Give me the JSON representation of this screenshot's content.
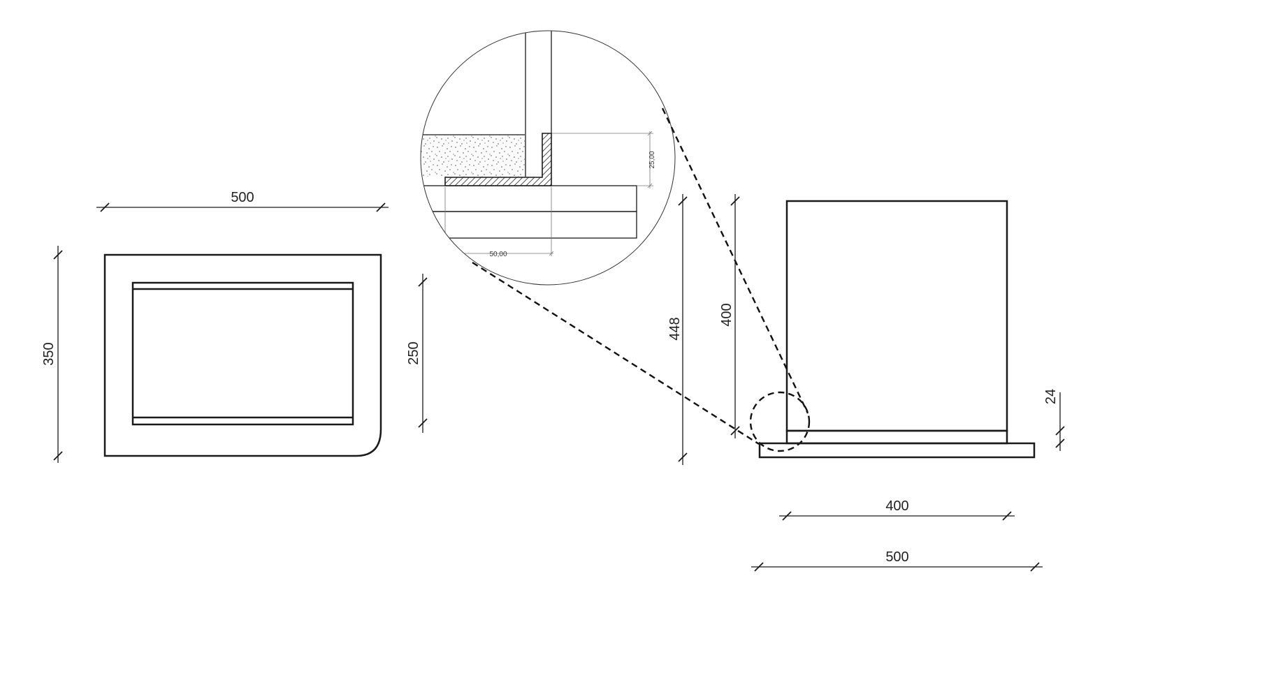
{
  "plan_view": {
    "width_dim": "500",
    "height_dim": "350",
    "inner_height_dim": "250"
  },
  "detail_view": {
    "height_dim": "25,00",
    "width_dim": "50,00"
  },
  "elevation_view": {
    "total_height_dim": "448",
    "box_height_dim": "400",
    "base_thickness_dim": "24",
    "box_width_dim": "400",
    "base_width_dim": "500"
  }
}
